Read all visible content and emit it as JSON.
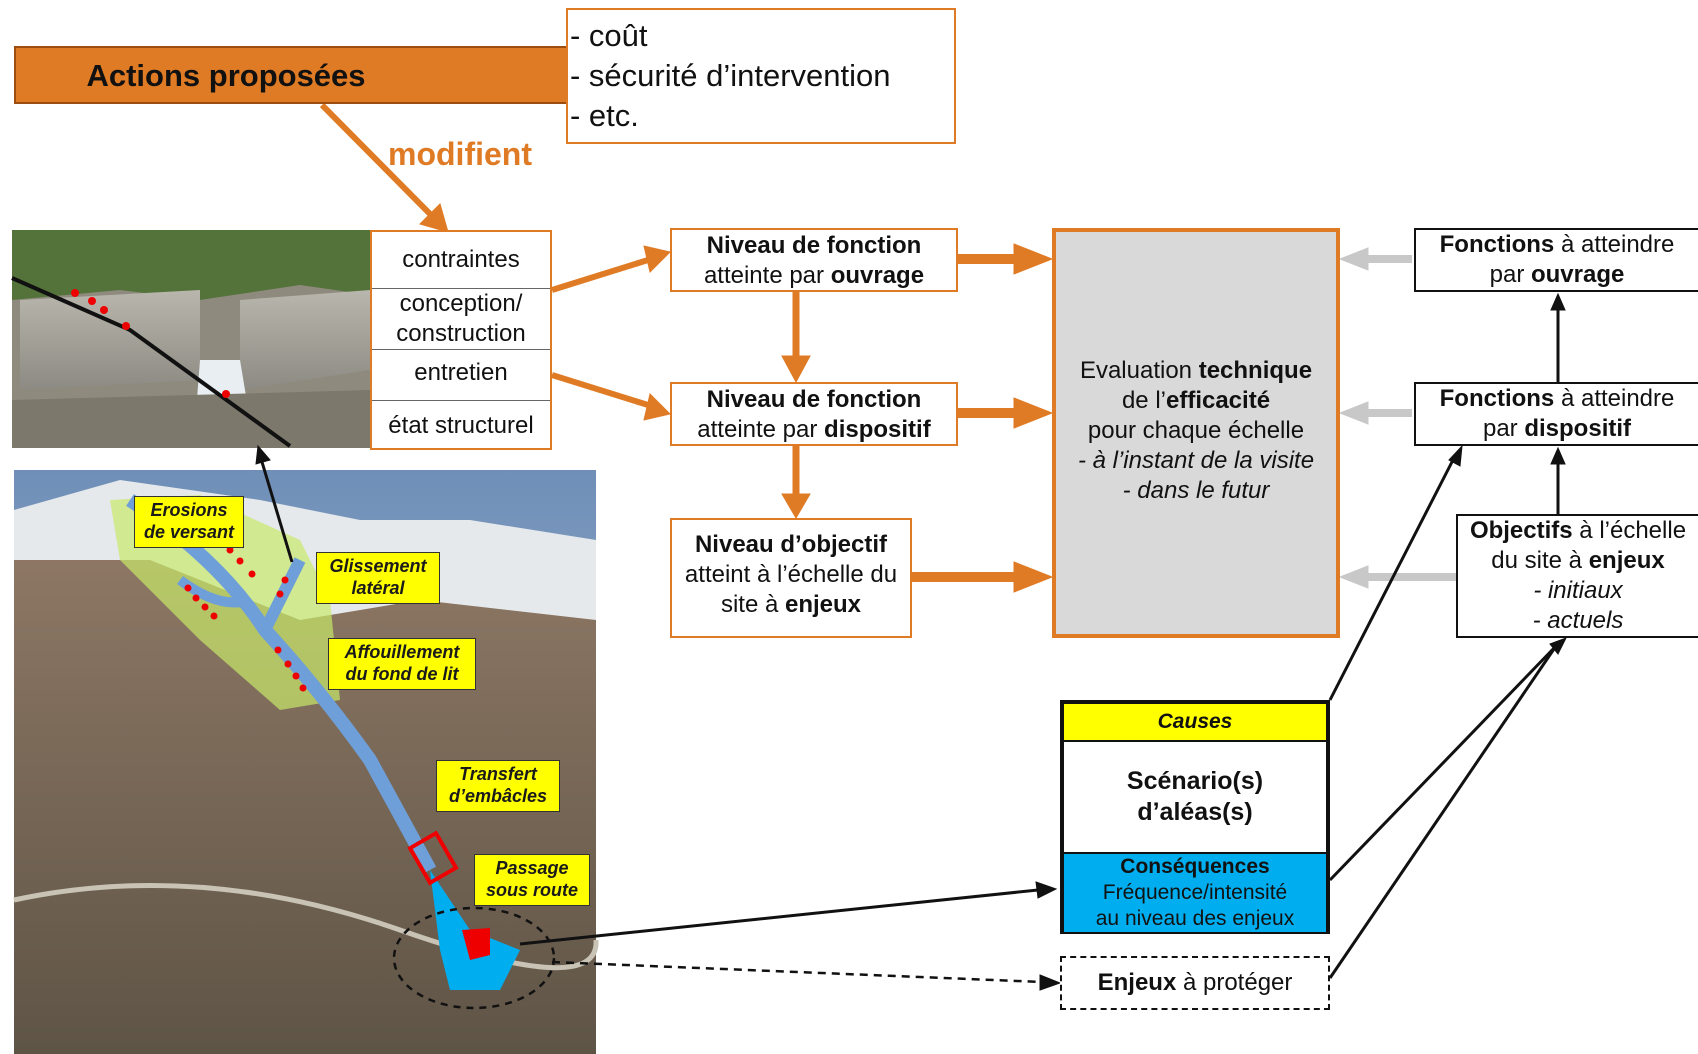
{
  "actions": {
    "title": "Actions proposées",
    "modify_label": "modifient",
    "list": [
      "- coût",
      "- sécurité d’intervention",
      "- etc."
    ]
  },
  "structure_box": [
    "contraintes",
    "conception/\nconstruction",
    "entretien",
    "état structurel"
  ],
  "levels": {
    "ouvrage": {
      "bold": "Niveau de fonction",
      "pre": "atteinte par ",
      "strong": "ouvrage"
    },
    "dispositif": {
      "bold": "Niveau de fonction",
      "pre": "atteinte par ",
      "strong": "dispositif"
    },
    "objectif": {
      "bold": "Niveau d’objectif",
      "line2": "atteint à l’échelle du",
      "pre": "site à ",
      "strong": "enjeux"
    }
  },
  "evaluation": {
    "p1": "Evaluation ",
    "b1": "technique",
    "p2": "de l’",
    "b2": "efficacité",
    "l3": "pour chaque échelle",
    "l4": "- à l’instant de la visite",
    "l5": "- dans le futur"
  },
  "targets": {
    "ouvrage": {
      "b": "Fonctions",
      "r": " à atteindre",
      "pre": "par ",
      "strong": "ouvrage"
    },
    "dispositif": {
      "b": "Fonctions",
      "r": " à atteindre",
      "pre": "par ",
      "strong": "dispositif"
    },
    "objectifs": {
      "b": "Objectifs",
      "r": " à l’échelle",
      "pre": "du site à ",
      "strong": "enjeux",
      "i1": "- initiaux",
      "i2": "- actuels"
    }
  },
  "scenario": {
    "causes": "Causes",
    "title1": "Scénario(s)",
    "title2": "d’aléas(s)",
    "consequences": "Conséquences",
    "c1": "Fréquence/intensité",
    "c2": "au niveau des enjeux"
  },
  "enjeux": {
    "b": "Enjeux",
    "r": " à protéger"
  },
  "map_labels": {
    "erosions": "Erosions\nde versant",
    "glissement": "Glissement\nlatéral",
    "affouillement": "Affouillement\ndu fond de lit",
    "transfert": "Transfert\nd’embâcles",
    "passage": "Passage\nsous route"
  },
  "colors": {
    "orange": "#e07b25",
    "grey_box": "#d9d9d9",
    "yellow": "#ffff00",
    "blue": "#00aeef",
    "grey_arrow": "#c8c8c8"
  }
}
